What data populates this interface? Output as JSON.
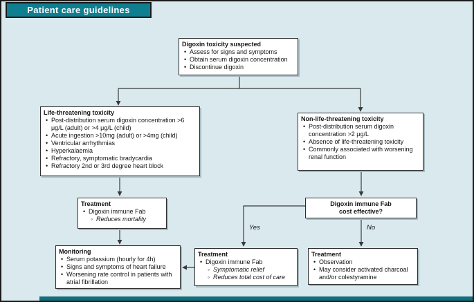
{
  "header": {
    "title": "Patient care guidelines"
  },
  "colors": {
    "background": "#d9e9ee",
    "teal": "#0f7e90",
    "teal-dark": "#136e7c",
    "border": "#1a1a1a",
    "box-border": "#2e2e2e",
    "line": "#3a3a3a",
    "shadow": "#a6bac1"
  },
  "flowchart": {
    "suspected": {
      "title": "Digoxin toxicity suspected",
      "bullets": [
        {
          "text": "Assess for signs and symptoms"
        },
        {
          "text": "Obtain serum digoxin concentration"
        },
        {
          "text": "Discontinue digoxin"
        }
      ]
    },
    "life_threatening": {
      "title": "Life-threatening toxicity",
      "bullets": [
        {
          "text": "Post-distribution serum digoxin concentration >6 μg/L (adult) or >4 μg/L (child)"
        },
        {
          "text": "Acute ingestion >10mg (adult) or >4mg (child)"
        },
        {
          "text": "Ventricular arrhythmias"
        },
        {
          "text": "Hyperkalaemia"
        },
        {
          "text": "Refractory, symptomatic bradycardia"
        },
        {
          "text": "Refractory 2nd or 3rd degree heart block"
        }
      ]
    },
    "non_life_threatening": {
      "title": "Non-life-threatening toxicity",
      "bullets": [
        {
          "text": "Post-distribution serum digoxin concentration >2 μg/L"
        },
        {
          "text": "Absence of life-threatening toxicity"
        },
        {
          "text": "Commonly associated with worsening renal function"
        }
      ]
    },
    "treatment_life": {
      "title": "Treatment",
      "bullets": [
        {
          "text": "Digoxin immune Fab"
        },
        {
          "text": "Reduces mortality",
          "sub": true
        }
      ]
    },
    "cost_effective": {
      "line1": "Digoxin immune Fab",
      "line2": "cost effective?"
    },
    "monitoring": {
      "title": "Monitoring",
      "bullets": [
        {
          "text": "Serum potassium (hourly for 4h)"
        },
        {
          "text": "Signs and symptoms of heart failure"
        },
        {
          "text": "Worsening rate control in patients with atrial fibrillation"
        }
      ]
    },
    "treatment_yes": {
      "title": "Treatment",
      "bullets": [
        {
          "text": "Digoxin immune Fab"
        },
        {
          "text": "Symptomatic relief",
          "sub": true
        },
        {
          "text": "Reduces total cost of care",
          "sub": true
        }
      ]
    },
    "treatment_no": {
      "title": "Treatment",
      "bullets": [
        {
          "text": "Observation"
        },
        {
          "text": "May consider activated charcoal and/or colestyramine"
        }
      ]
    },
    "branch_labels": {
      "yes": "Yes",
      "no": "No"
    }
  }
}
